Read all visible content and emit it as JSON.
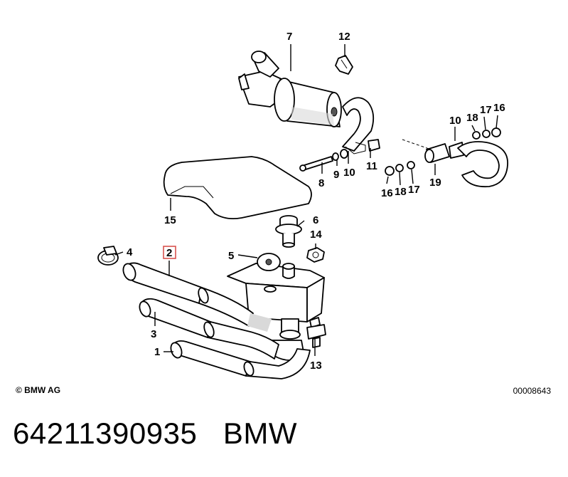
{
  "diagram": {
    "callouts": {
      "c1": "1",
      "c2": "2",
      "c3": "3",
      "c4": "4",
      "c5": "5",
      "c6": "6",
      "c7": "7",
      "c8": "8",
      "c9": "9",
      "c10a": "10",
      "c10b": "10",
      "c11": "11",
      "c12": "12",
      "c13": "13",
      "c14": "14",
      "c15": "15",
      "c16a": "16",
      "c16b": "16",
      "c17a": "17",
      "c17b": "17",
      "c18a": "18",
      "c18b": "18",
      "c19": "19"
    },
    "highlight_color": "#d9534f"
  },
  "footer": {
    "copyright": "© BMW AG",
    "doc_number": "00008643"
  },
  "bottom": {
    "part_number": "64211390935",
    "brand": "BMW"
  }
}
